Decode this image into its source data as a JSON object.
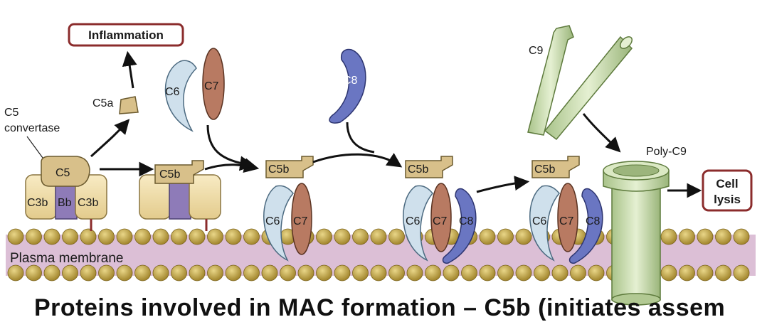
{
  "labels": {
    "inflammation": "Inflammation",
    "c5a": "C5a",
    "c5_convertase_line1": "C5",
    "c5_convertase_line2": "convertase",
    "c5": "C5",
    "c3b_left": "C3b",
    "bb": "Bb",
    "c3b_right": "C3b",
    "c5b": "C5b",
    "c6": "C6",
    "c7": "C7",
    "c8": "C8",
    "c9": "C9",
    "poly_c9": "Poly-C9",
    "cell_lysis_line1": "Cell",
    "cell_lysis_line2": "lysis",
    "plasma_membrane": "Plasma membrane"
  },
  "caption": "Proteins involved in MAC formation – C5b (initiates assem",
  "colors": {
    "outcome_box_border": "#8b2c2c",
    "c5_tan": "#d8c08a",
    "c3b_cream": "#f1dfae",
    "bb_purple": "#8e7bb8",
    "c6_lightblue": "#cfe0ec",
    "c7_brown": "#b87a62",
    "c8_blue": "#6a76c2",
    "c9_green": "#c9dcae",
    "membrane_bead": "#b59a3a",
    "membrane_band": "#d9b9d4"
  }
}
